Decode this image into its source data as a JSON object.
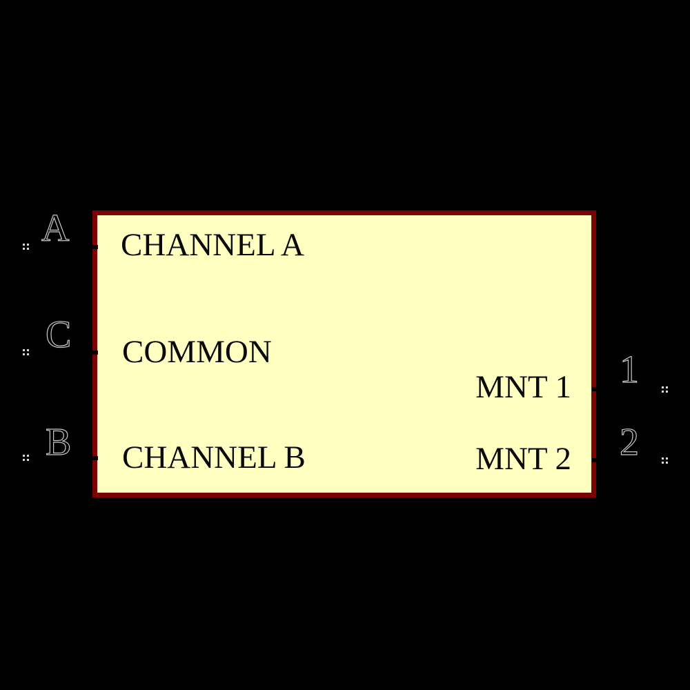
{
  "canvas": {
    "background_color": "#000000"
  },
  "component": {
    "body": {
      "fill_color": "#FFFFC1",
      "border_color": "#7C0101"
    },
    "pins": {
      "left": [
        {
          "number": "A",
          "name": "CHANNEL A"
        },
        {
          "number": "C",
          "name": "COMMON"
        },
        {
          "number": "B",
          "name": "CHANNEL B"
        }
      ],
      "right": [
        {
          "number": "1",
          "name": "MNT 1"
        },
        {
          "number": "2",
          "name": "MNT 2"
        }
      ]
    },
    "unconnected_marker_color": "#D8D8D8",
    "pin_number_outline_color": "#C9C9C9"
  }
}
